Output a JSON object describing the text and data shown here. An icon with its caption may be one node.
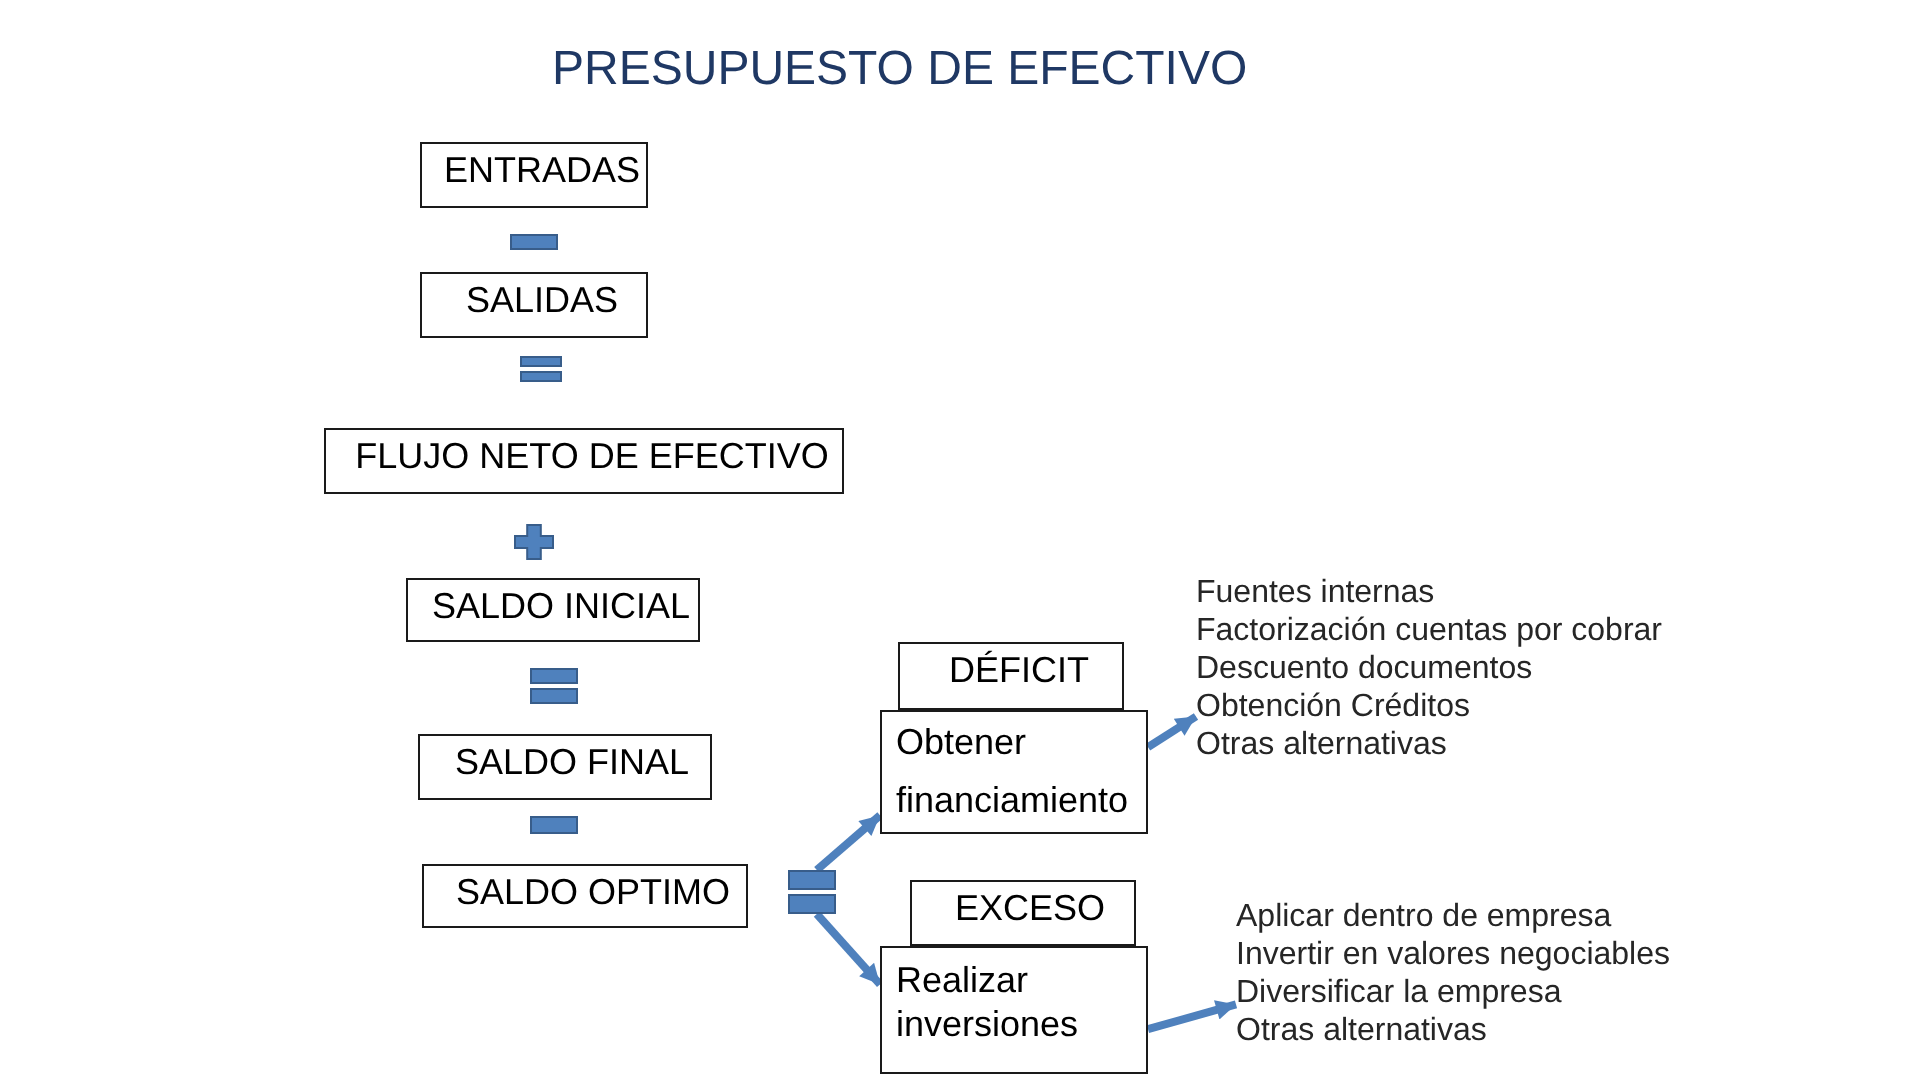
{
  "diagram": {
    "title": "PRESUPUESTO DE EFECTIVO",
    "nodes": [
      {
        "text": [
          "ENTRADAS"
        ]
      },
      {
        "text": [
          "SALIDAS"
        ]
      },
      {
        "text": [
          "FLUJO NETO DE EFECTIVO"
        ]
      },
      {
        "text": [
          "SALDO INICIAL"
        ]
      },
      {
        "text": [
          "SALDO FINAL"
        ]
      },
      {
        "text": [
          "SALDO OPTIMO"
        ]
      },
      {
        "text": [],
        "shape": "equals"
      },
      {
        "text": [
          "DÉFICIT"
        ]
      },
      {
        "text": [
          "Obtener financiamiento"
        ]
      },
      {
        "text": [
          "Fuentes internas",
          "Factorización cuentas por cobrar",
          "Descuento documentos",
          "Obtención Créditos",
          "Otras alternativas"
        ]
      },
      {
        "text": [
          "EXCESO"
        ]
      },
      {
        "text": [
          "Realizar inversiones"
        ]
      },
      {
        "text": [
          "Aplicar dentro de empresa",
          "Invertir en valores negociables",
          "Diversificar la empresa",
          "Otras alternativas"
        ]
      }
    ],
    "edges": [
      {
        "from": 6,
        "to": 8,
        "arrow": "to"
      },
      {
        "from": 6,
        "to": 11,
        "arrow": "to"
      },
      {
        "from": 8,
        "to": 9,
        "arrow": "to"
      },
      {
        "from": 11,
        "to": 12,
        "arrow": "to"
      }
    ]
  }
}
